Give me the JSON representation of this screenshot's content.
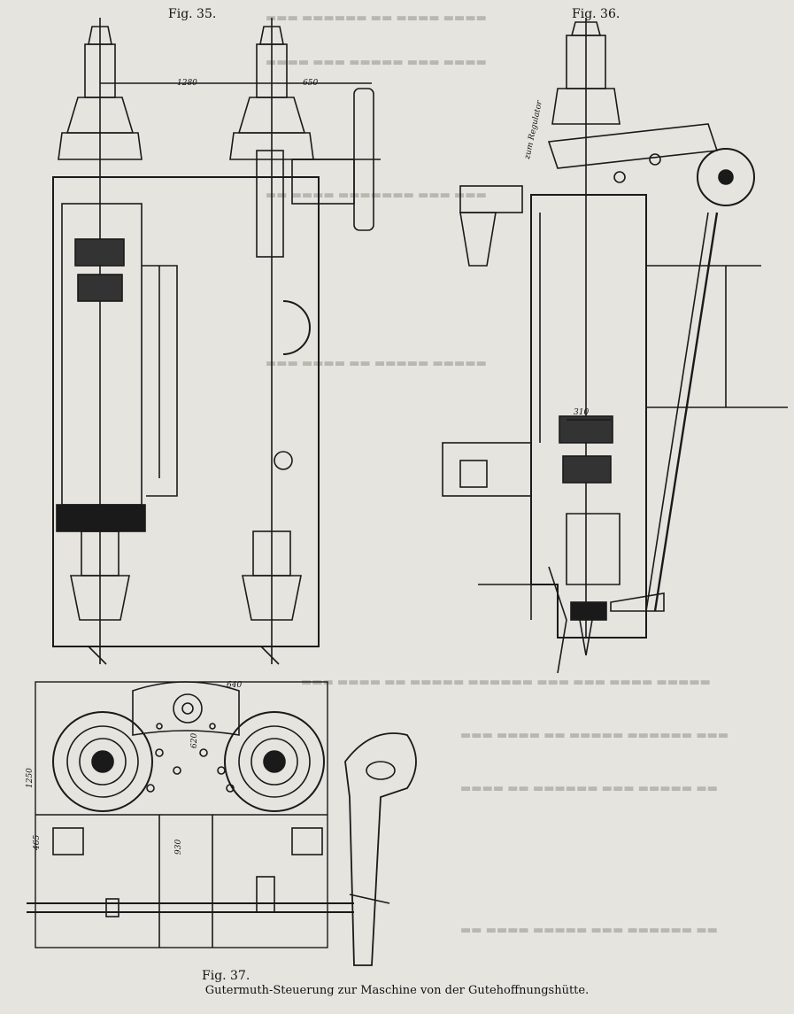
{
  "figures": {
    "fig35": "Fig. 35.",
    "fig36": "Fig. 36.",
    "fig37": "Fig. 37."
  },
  "caption": "Gutermuth-Steuerung zur Maschine von der Gutehoffnungshütte.",
  "annotations": {
    "dim_1280": "1280",
    "dim_650": "650",
    "dim_310": "310",
    "zum_regulator": "zum Regulator",
    "dim_640": "640",
    "dim_620": "620",
    "dim_1250": "1250",
    "dim_930": "930",
    "dim_465": "465"
  }
}
